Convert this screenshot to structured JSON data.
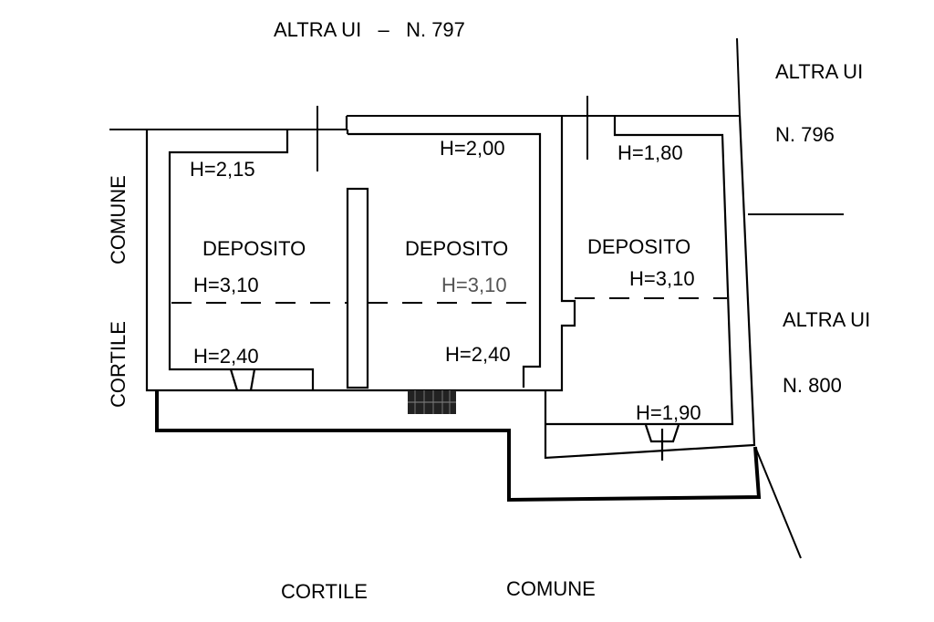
{
  "neighbors": {
    "top": "ALTRA UI   –   N. 797",
    "right_top_name": "ALTRA UI",
    "right_top_number": "N. 796",
    "right_mid_name": "ALTRA UI",
    "right_mid_number": "N. 800"
  },
  "courtyard": {
    "left_upper": "COMUNE",
    "left_lower": "CORTILE",
    "bottom_left": "CORTILE",
    "bottom_right": "COMUNE"
  },
  "rooms": [
    {
      "name": "DEPOSITO",
      "heights": [
        "H=2,15",
        "H=3,10",
        "H=2,40"
      ]
    },
    {
      "name": "DEPOSITO",
      "heights": [
        "H=2,00",
        "H=3,10",
        "H=2,40"
      ]
    },
    {
      "name": "DEPOSITO",
      "heights": [
        "H=1,80",
        "H=3,10",
        "H=1,90"
      ]
    }
  ]
}
